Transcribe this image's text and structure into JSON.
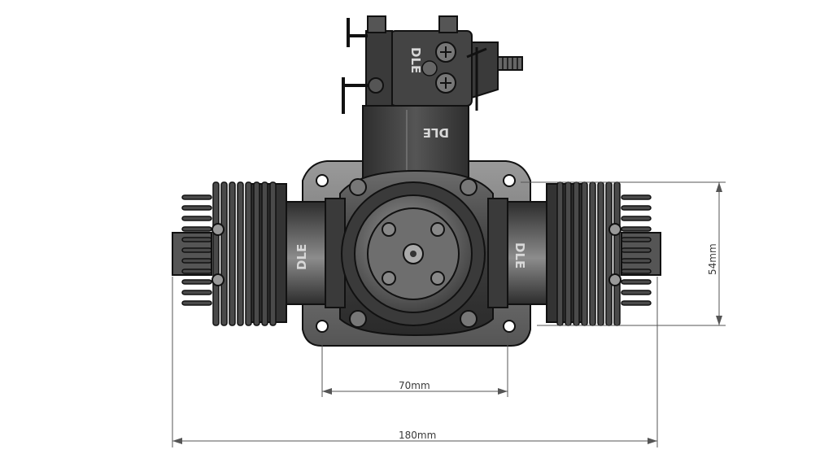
{
  "dimensions": {
    "overall_width": "180mm",
    "mount_spacing": "70mm",
    "mount_height": "54mm"
  },
  "brand": {
    "logo_text": "DLE"
  },
  "colors": {
    "metal_dark": "#3a3a3a",
    "metal_mid": "#555555",
    "metal_light": "#8a8a8a",
    "outline": "#111111",
    "dimension_line": "#555555"
  }
}
